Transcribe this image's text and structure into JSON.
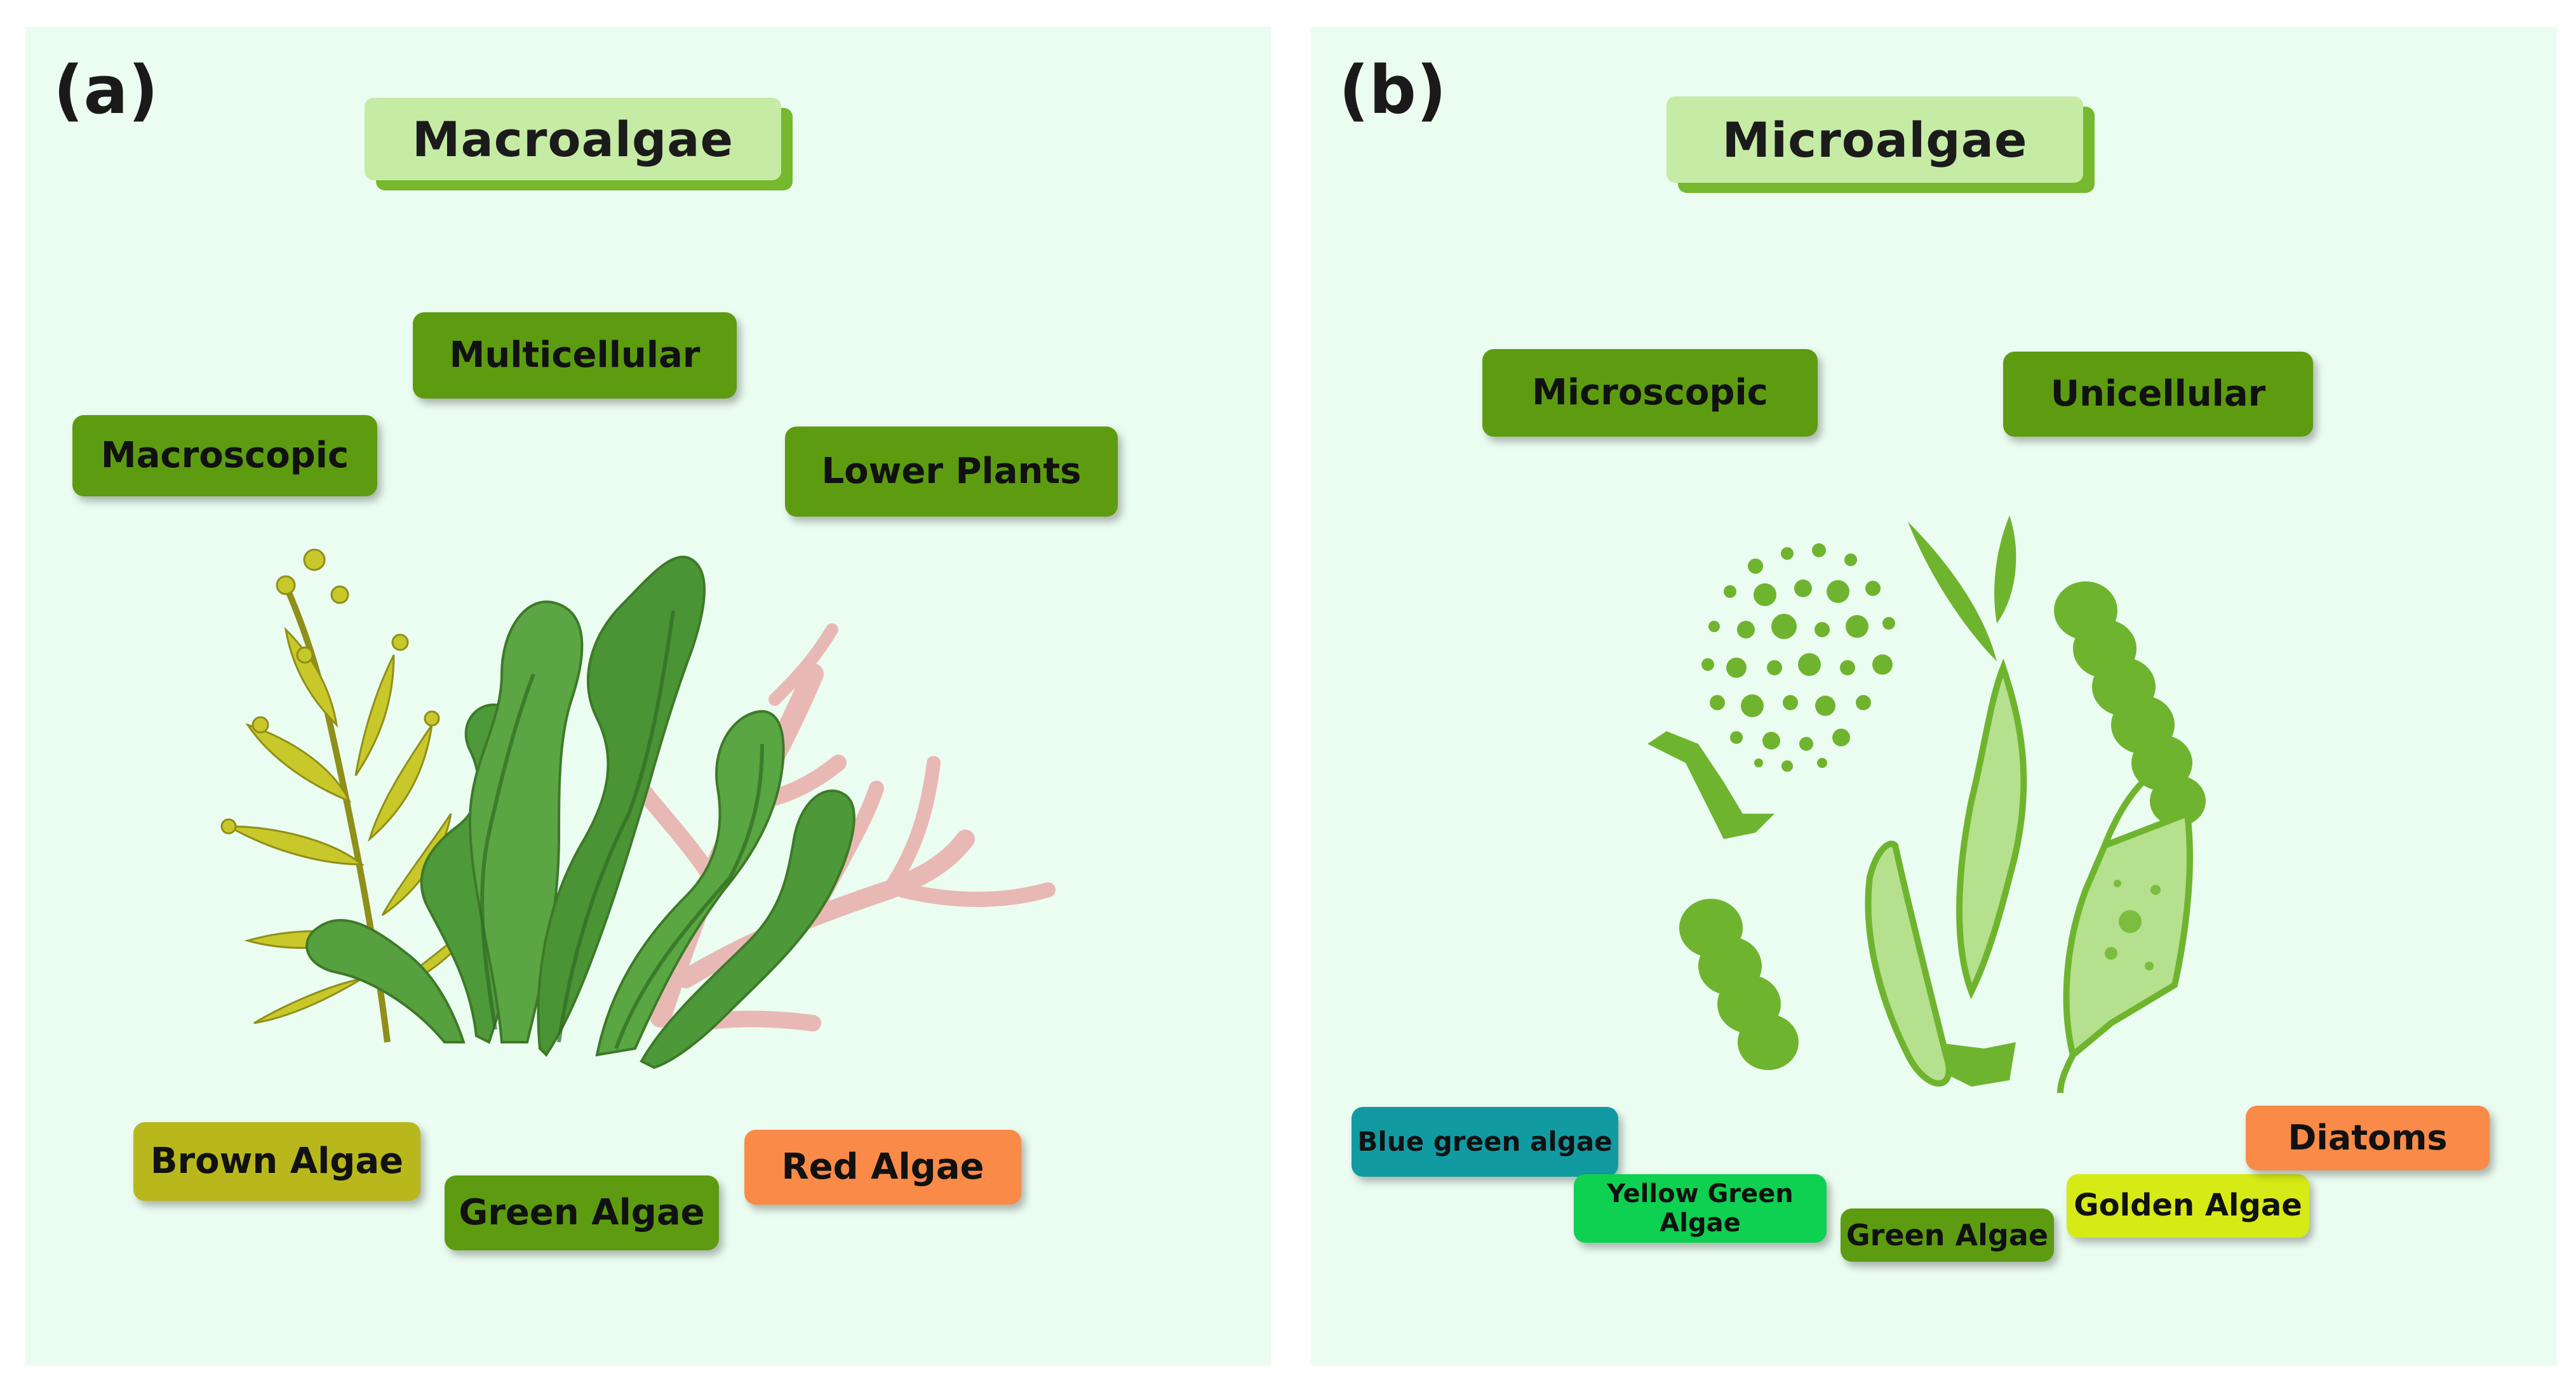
{
  "panels": {
    "a": {
      "letter": "(a)",
      "title": "Macroalgae",
      "properties": [
        "Multicellular",
        "Macroscopic",
        "Lower Plants"
      ],
      "types": [
        "Brown Algae",
        "Green Algae",
        "Red Algae"
      ]
    },
    "b": {
      "letter": "(b)",
      "title": "Microalgae",
      "properties": [
        "Microscopic",
        "Unicellular"
      ],
      "types": [
        "Blue green algae",
        "Yellow Green Algae",
        "Green Algae",
        "Golden Algae",
        "Diatoms"
      ]
    }
  },
  "colors": {
    "panel_bg": "#ebfcf1",
    "title_bg": "#c6eba5",
    "title_shadow": "#76b82e",
    "property_bg": "#5d9c10",
    "brown_algae": "#b8b81c",
    "red_algae": "#f98a48",
    "blue_green_algae": "#129aa2",
    "yellow_green_algae": "#0ed051",
    "golden_algae": "#d6ea16",
    "diatoms": "#f98a48"
  },
  "illustrations": {
    "a": [
      "brown-seaweed-icon",
      "green-seaweed-icon",
      "red-coral-algae-icon"
    ],
    "b": [
      "colony-sphere-icon",
      "diatom-icon",
      "cyanobacteria-chain-icon",
      "desmid-icon"
    ]
  }
}
